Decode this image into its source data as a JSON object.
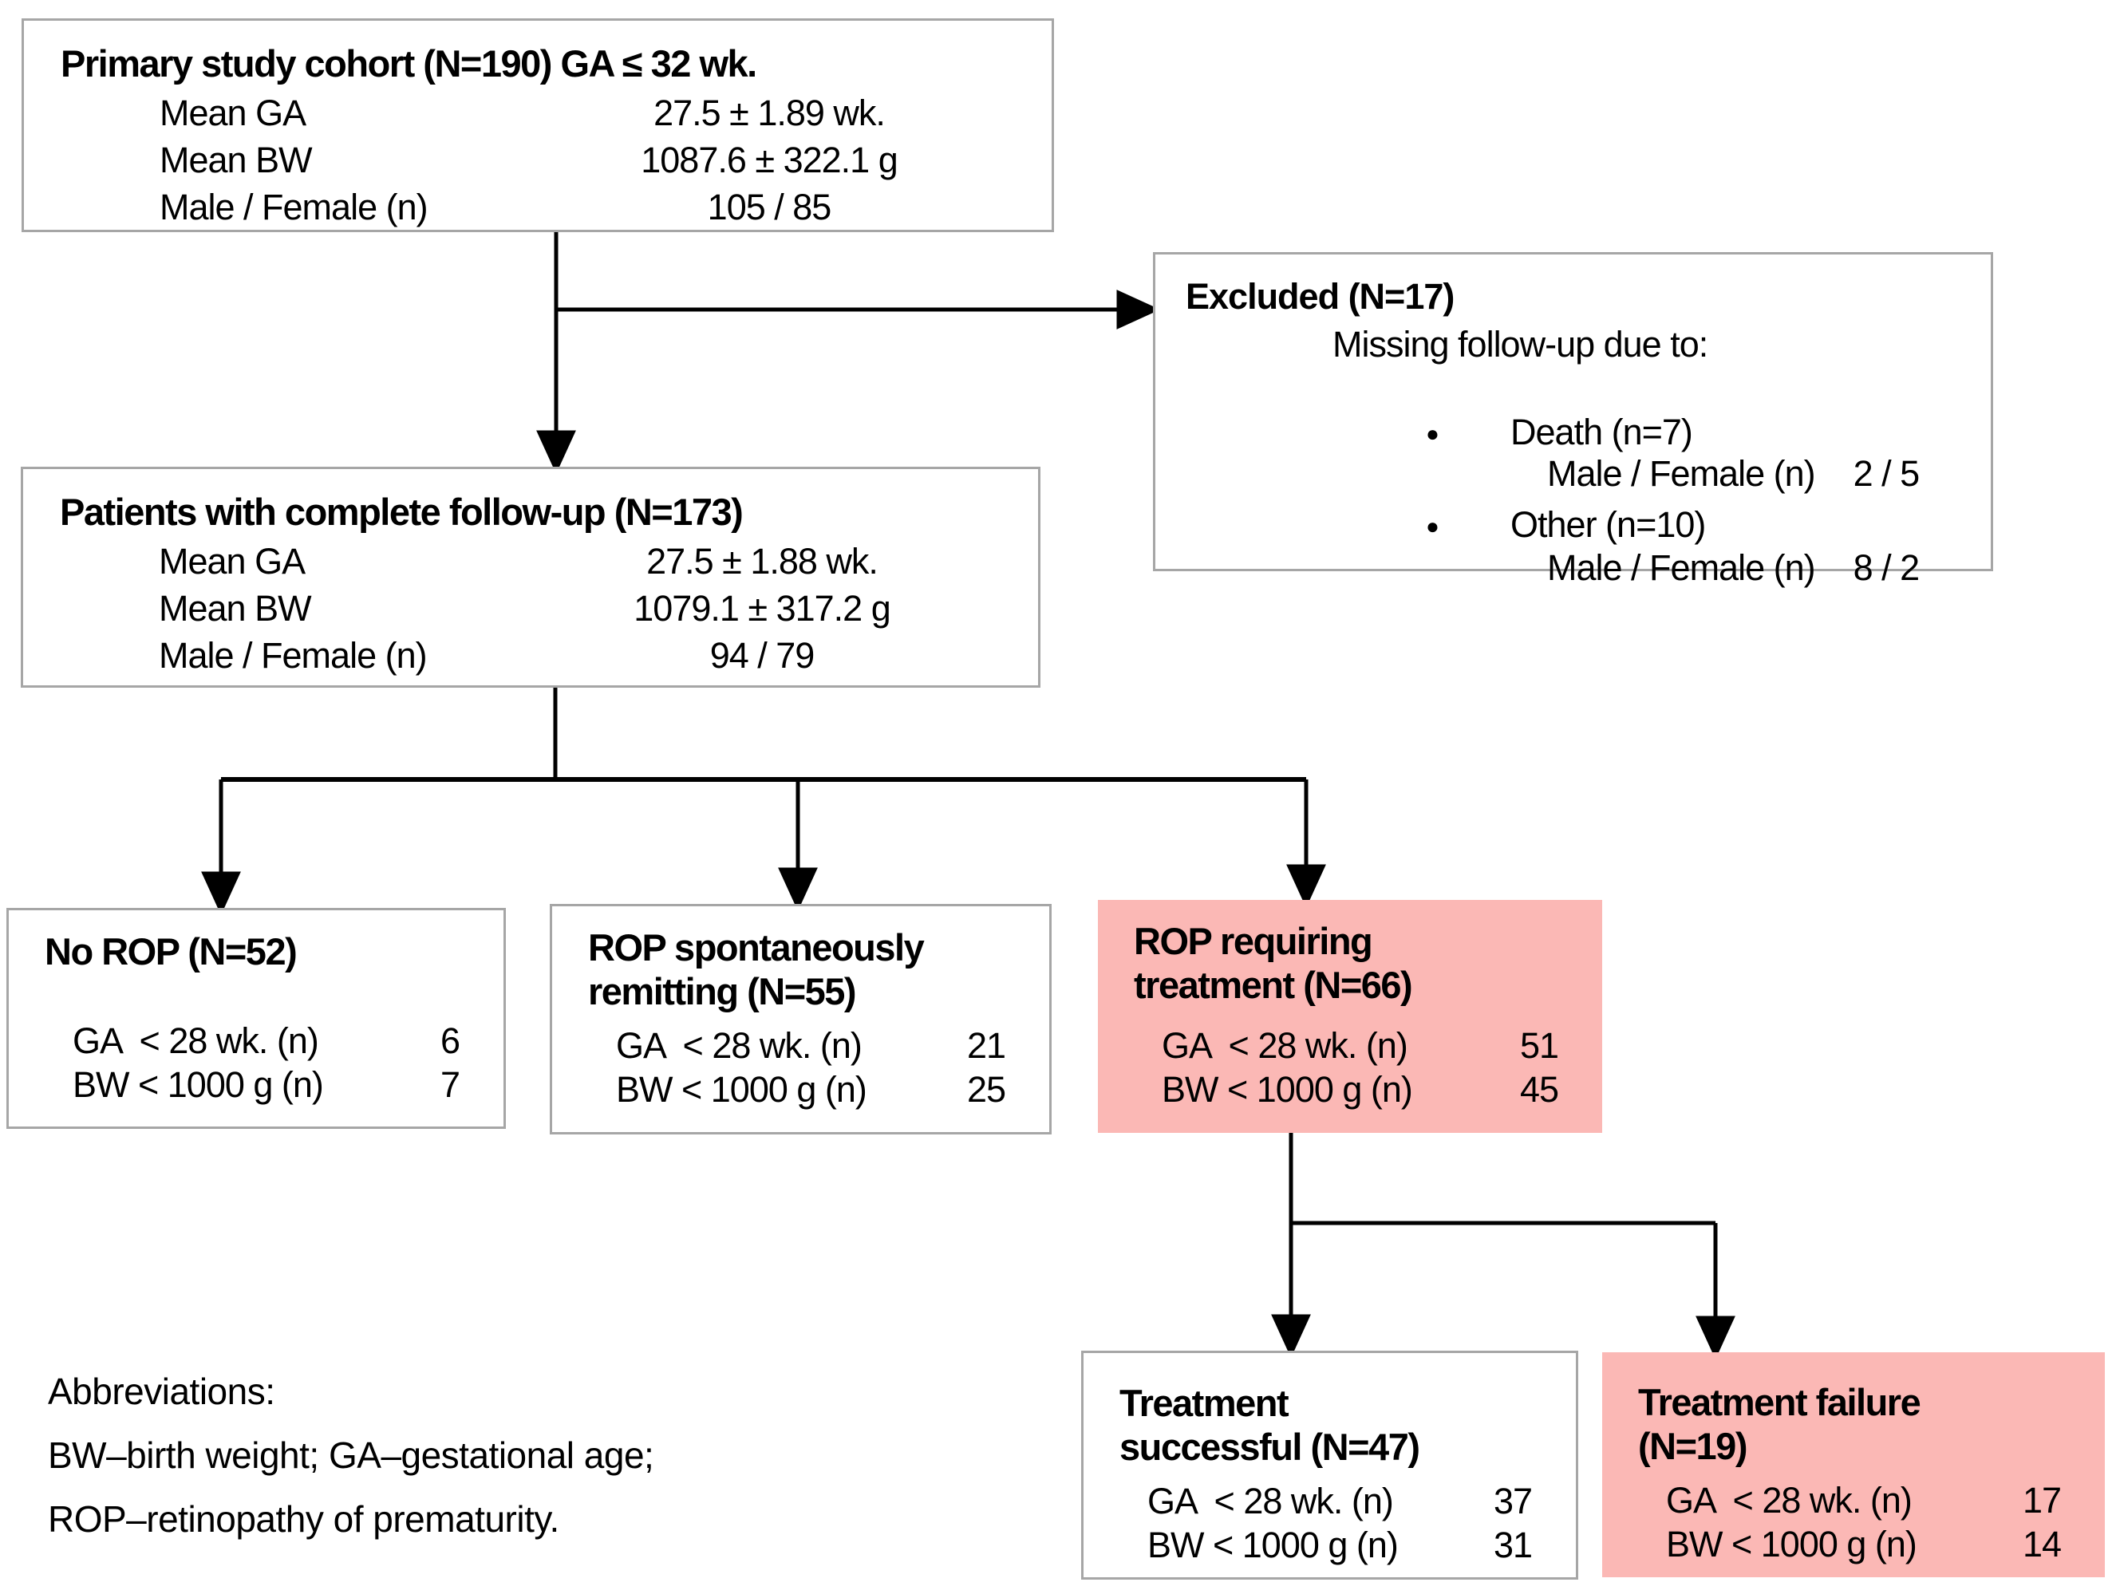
{
  "colors": {
    "highlight_pink": "#fbb8b5",
    "box_border": "#a6a6a6",
    "connector_black": "#000000",
    "background": "#ffffff"
  },
  "boxes": {
    "primary": {
      "title": "Primary study cohort (N=190) GA ≤ 32 wk.",
      "rows": [
        {
          "label": "Mean GA",
          "value": "27.5 ± 1.89 wk."
        },
        {
          "label": "Mean BW",
          "value": "1087.6 ± 322.1 g"
        },
        {
          "label": "Male / Female (n)",
          "value": "105 / 85"
        }
      ]
    },
    "excluded": {
      "title": "Excluded (N=17)",
      "subtitle": "Missing follow-up due to:",
      "bullets": [
        {
          "heading": "Death (n=7)",
          "detail_label": "Male / Female (n)",
          "detail_value": "2 / 5"
        },
        {
          "heading": "Other (n=10)",
          "detail_label": "Male / Female (n)",
          "detail_value": "8 / 2"
        }
      ]
    },
    "followup": {
      "title": "Patients with complete follow-up (N=173)",
      "rows": [
        {
          "label": "Mean GA",
          "value": "27.5 ± 1.88 wk."
        },
        {
          "label": "Mean BW",
          "value": "1079.1 ± 317.2 g"
        },
        {
          "label": "Male / Female (n)",
          "value": "94 / 79"
        }
      ]
    },
    "no_rop": {
      "title_line1": "No ROP (N=52)",
      "rows": [
        {
          "label": "GA  < 28 wk. (n)",
          "value": "6"
        },
        {
          "label": "BW < 1000 g (n)",
          "value": "7"
        }
      ]
    },
    "remitting": {
      "title_line1": "ROP spontaneously",
      "title_line2": "remitting (N=55)",
      "rows": [
        {
          "label": "GA  < 28 wk. (n)",
          "value": "21"
        },
        {
          "label": "BW < 1000 g (n)",
          "value": "25"
        }
      ]
    },
    "requiring": {
      "title_line1": "ROP requiring",
      "title_line2": "treatment (N=66)",
      "rows": [
        {
          "label": "GA  < 28 wk. (n)",
          "value": "51"
        },
        {
          "label": "BW < 1000 g (n)",
          "value": "45"
        }
      ]
    },
    "successful": {
      "title_line1": "Treatment",
      "title_line2": "successful (N=47)",
      "rows": [
        {
          "label": "GA  < 28 wk. (n)",
          "value": "37"
        },
        {
          "label": "BW < 1000 g (n)",
          "value": "31"
        }
      ]
    },
    "failure": {
      "title_line1": "Treatment failure",
      "title_line2": "(N=19)",
      "rows": [
        {
          "label": "GA  < 28 wk. (n)",
          "value": "17"
        },
        {
          "label": "BW < 1000 g (n)",
          "value": "14"
        }
      ]
    }
  },
  "footnote": {
    "heading": "Abbreviations:",
    "line1": "BW–birth weight; GA–gestational age;",
    "line2": "ROP–retinopathy of prematurity."
  }
}
